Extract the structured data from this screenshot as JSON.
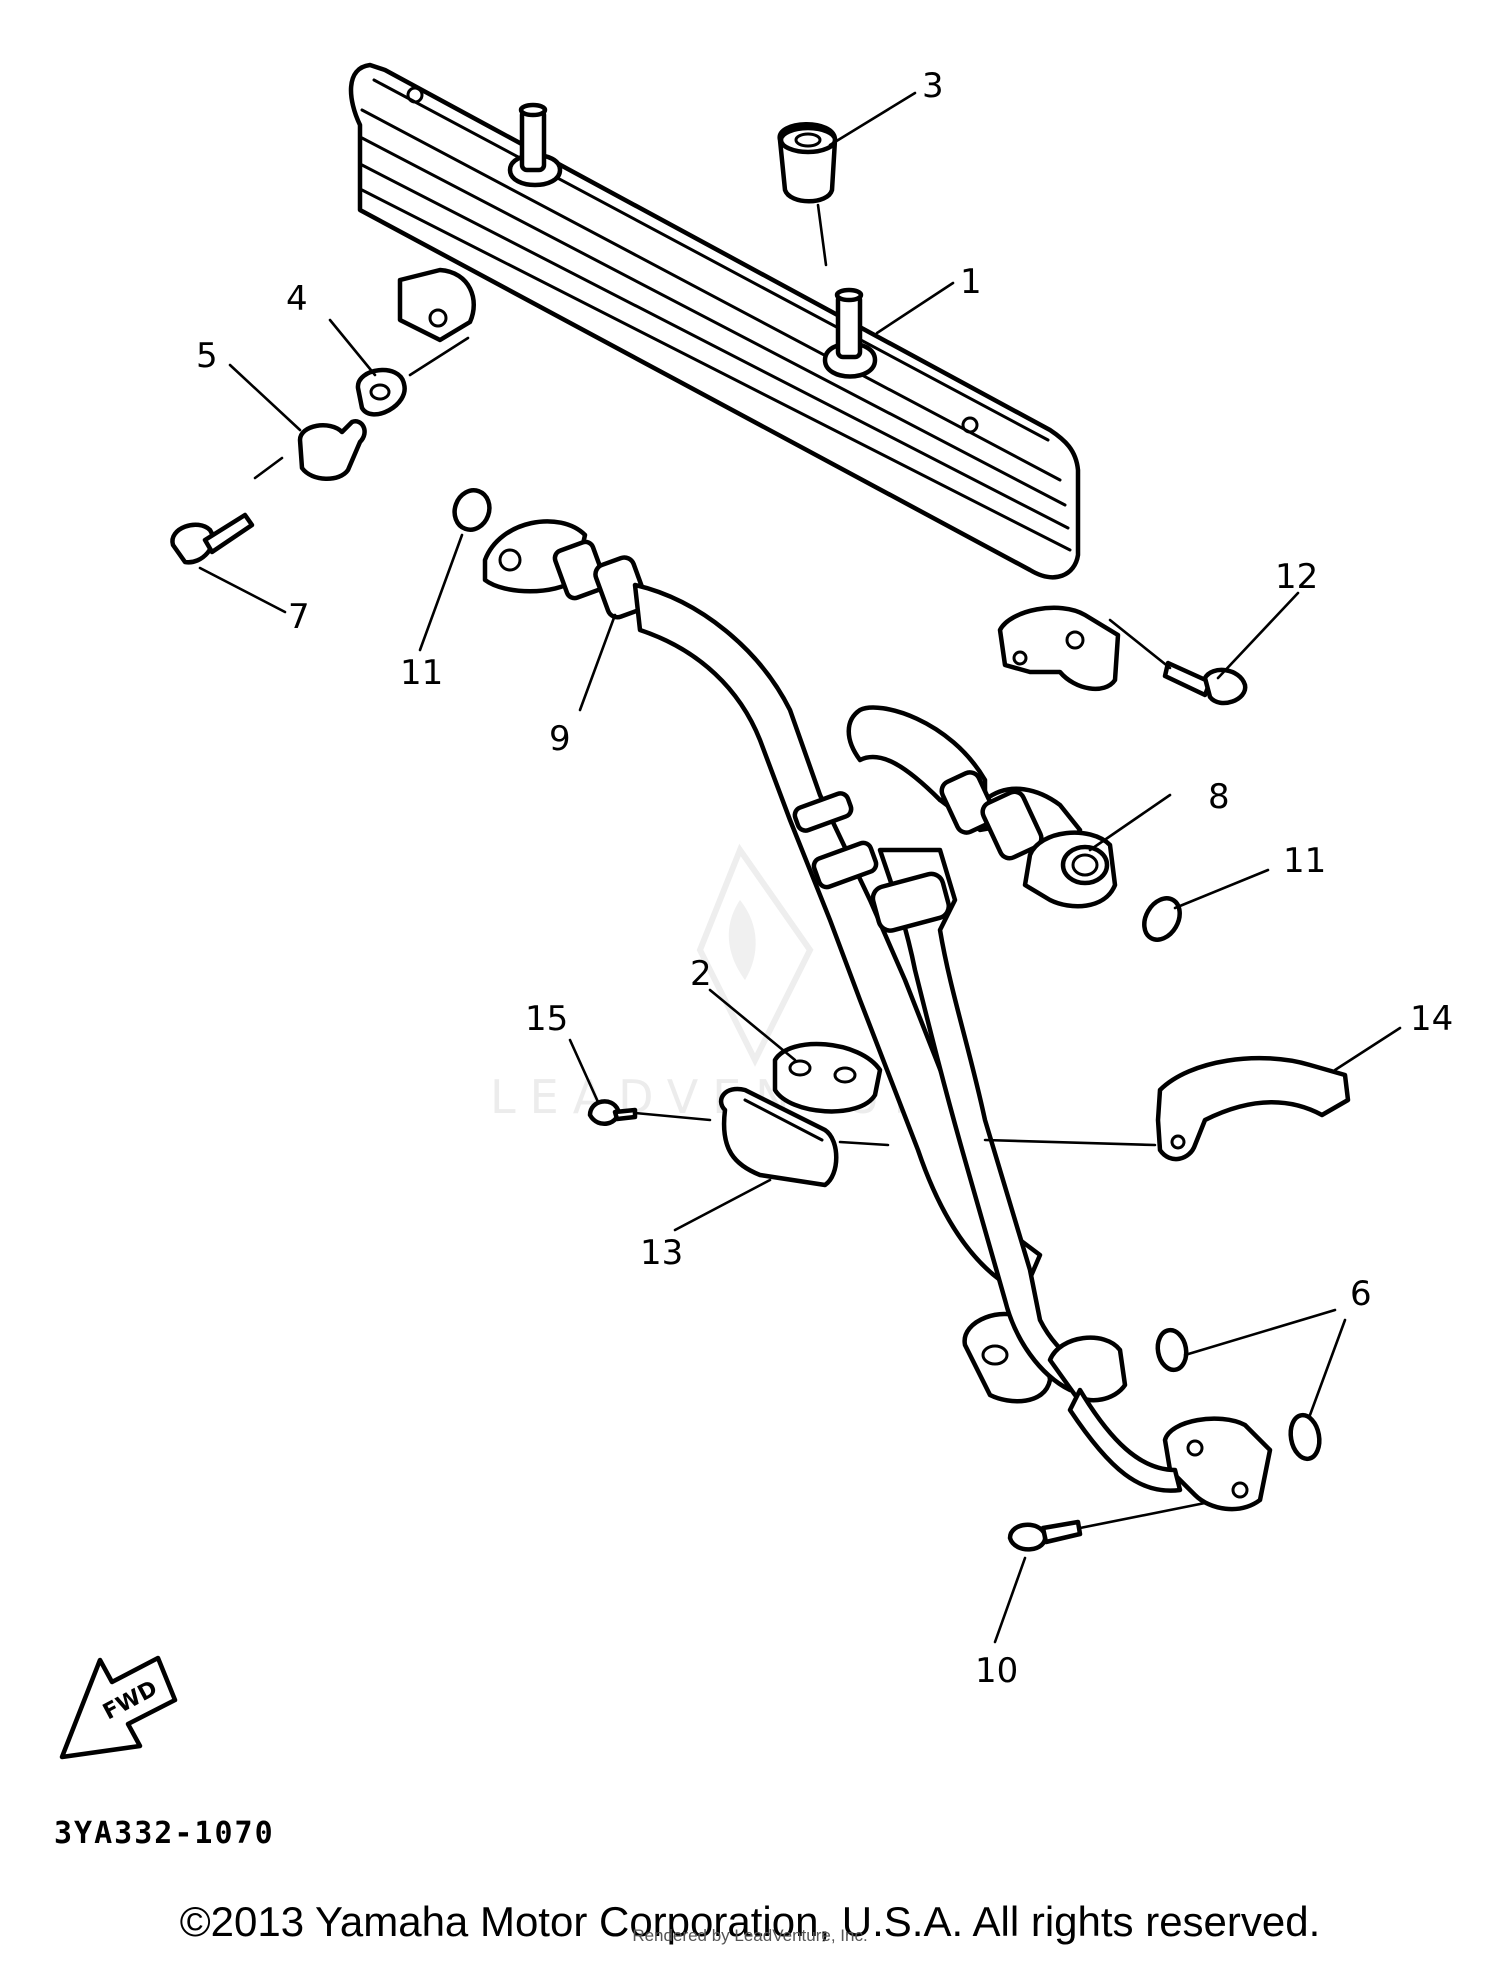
{
  "diagram": {
    "title": "",
    "callouts": {
      "c1": "1",
      "c2": "2",
      "c3": "3",
      "c4": "4",
      "c5": "5",
      "c6": "6",
      "c7": "7",
      "c8": "8",
      "c9": "9",
      "c10": "10",
      "c11a": "11",
      "c11b": "11",
      "c12": "12",
      "c13": "13",
      "c14": "14",
      "c15": "15"
    },
    "fwd_label": "FWD",
    "watermark": "LEADVENTURE",
    "code": "3YA332-1070"
  },
  "footer": {
    "copyright": "©2013 Yamaha Motor Corporation, U.S.A. All rights reserved.",
    "rendered_by": "Rendered by LeadVenture, Inc."
  }
}
